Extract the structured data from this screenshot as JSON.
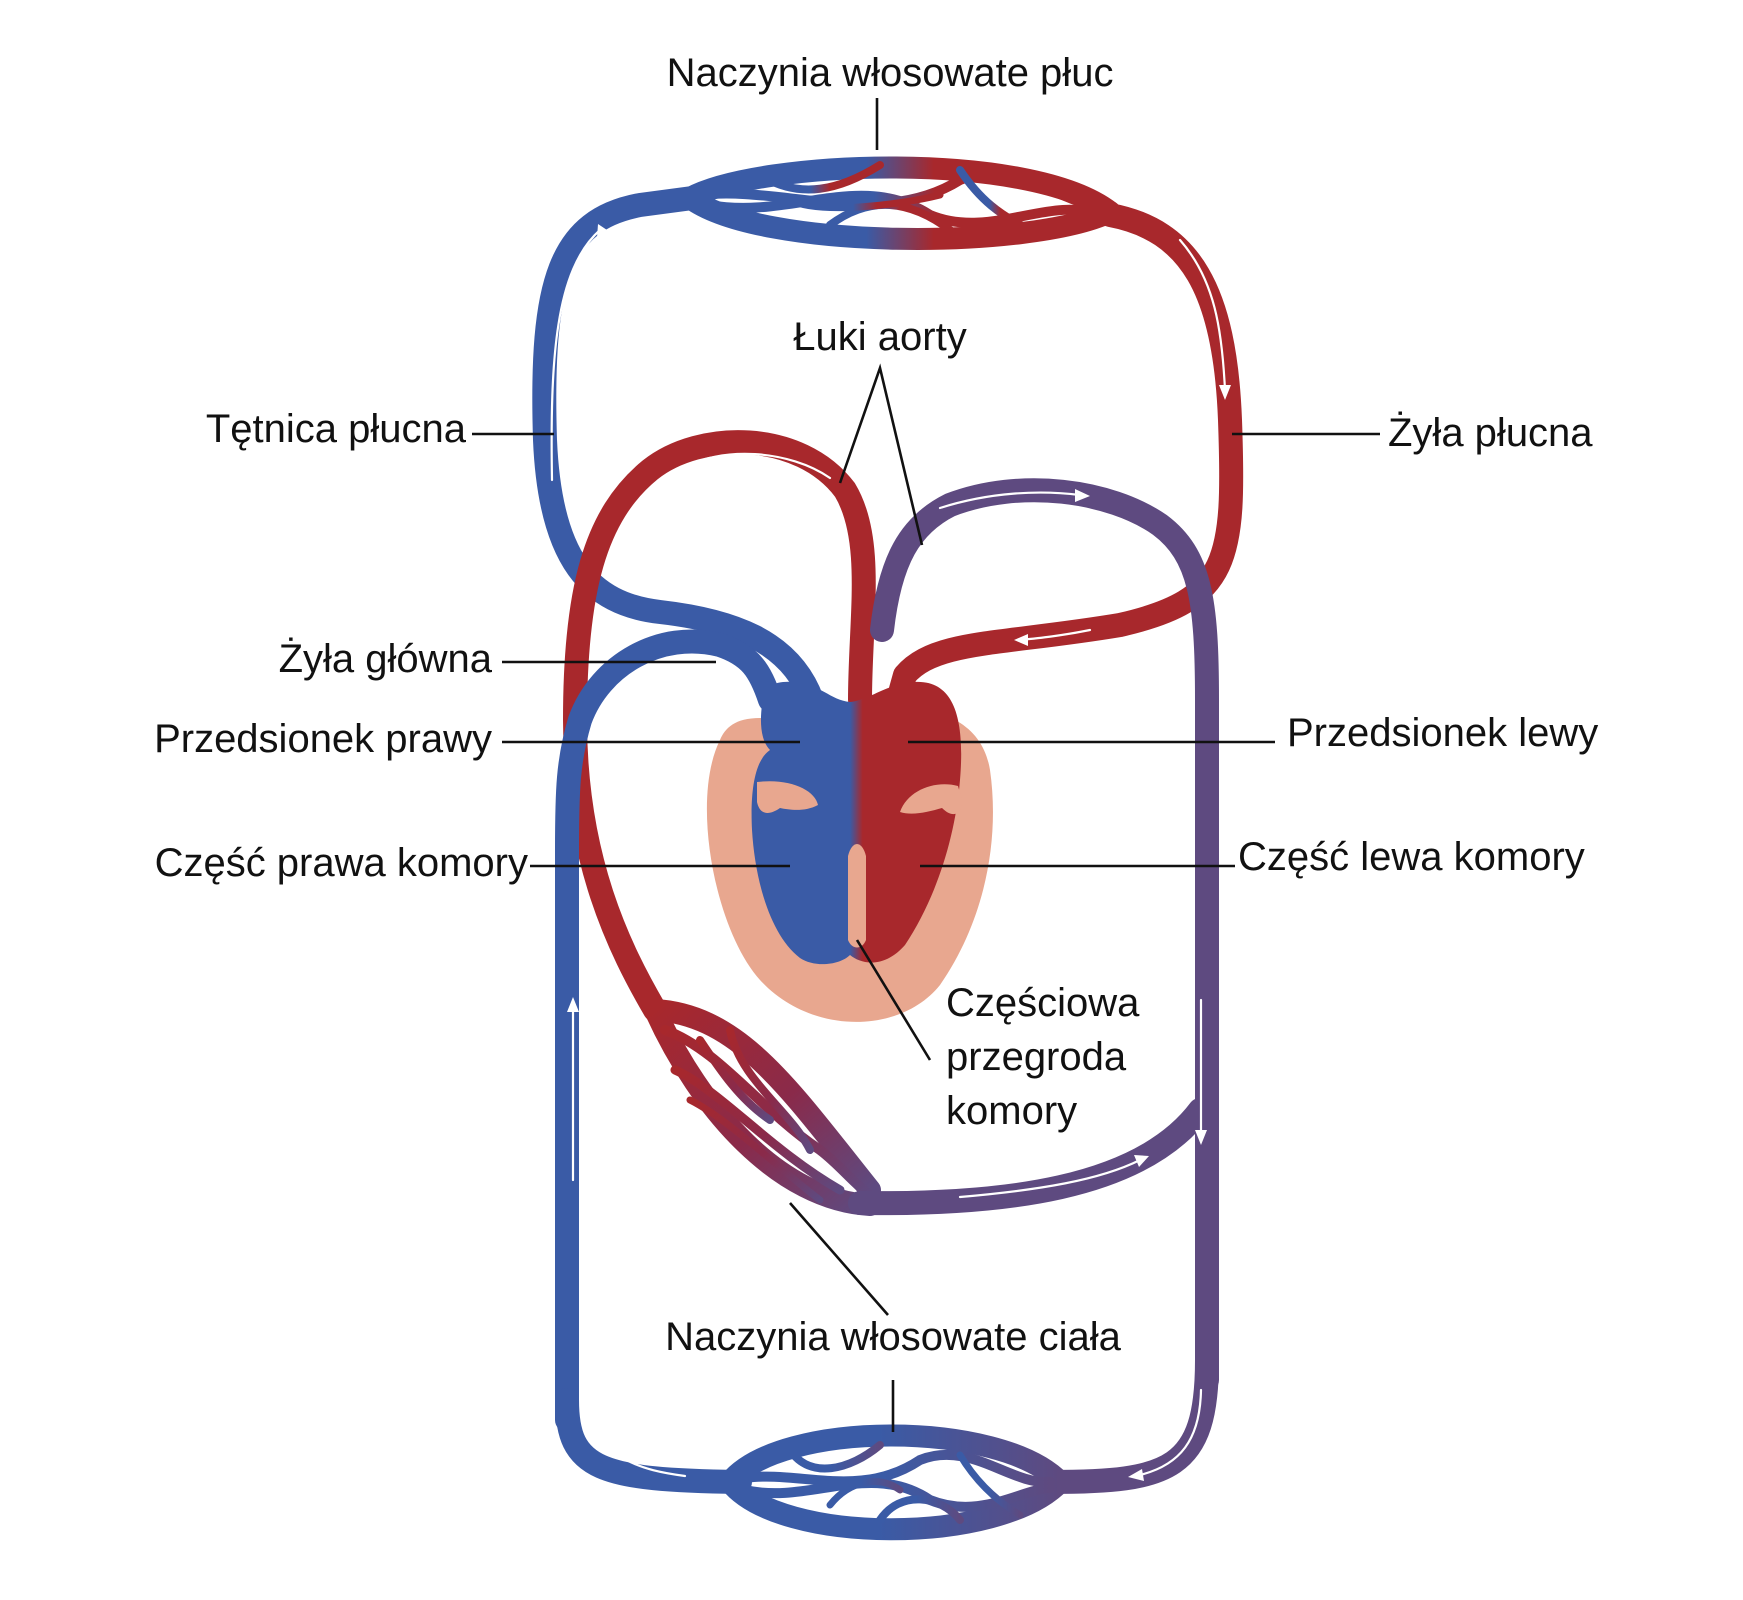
{
  "labels": {
    "pulmonary_capillaries": "Naczynia włosowate płuc",
    "aortic_arches": "Łuki aorty",
    "pulmonary_artery": "Tętnica płucna",
    "pulmonary_vein": "Żyła płucna",
    "vena_cava": "Żyła główna",
    "right_atrium": "Przedsionek prawy",
    "left_atrium": "Przedsionek lewy",
    "right_ventricle": "Część prawa komory",
    "left_ventricle": "Część lewa komory",
    "septum_line1": "Częściowa",
    "septum_line2": "przegroda",
    "septum_line3": "komory",
    "body_capillaries": "Naczynia włosowate ciała"
  },
  "colors": {
    "oxygenated": "#a8282c",
    "deoxygenated": "#3a5ba6",
    "mixed": "#5e4a80",
    "heart_tissue": "#e8a78f",
    "arrows": "#ffffff",
    "leader_lines": "#111111"
  }
}
